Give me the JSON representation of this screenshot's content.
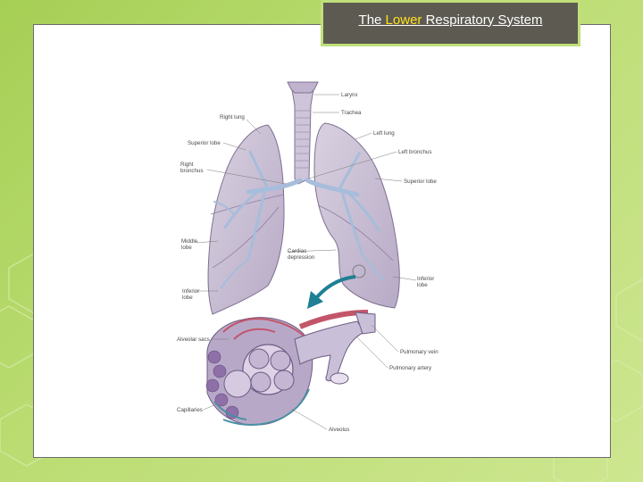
{
  "slide": {
    "title_prefix": "The ",
    "title_highlight": "Lower",
    "title_suffix": " Respiratory System"
  },
  "colors": {
    "background": "#b3d866",
    "title_box": "#5d5a52",
    "title_border": "#bfe07a",
    "title_highlight": "#ffe21a",
    "lung_fill": "#c9bfd3",
    "bronchi": "#9fb6d6",
    "arrow": "#1f7f93",
    "vessel_red": "#c3556b",
    "vessel_blue": "#4a8fa5"
  },
  "diagram": {
    "labels": {
      "larynx": "Larynx",
      "trachea": "Trachea",
      "right_lung": "Right lung",
      "left_lung": "Left lung",
      "superior_lobe_right": "Superior lobe",
      "left_bronchus": "Left bronchus",
      "right_bronchus_1": "Right",
      "right_bronchus_2": "bronchus",
      "superior_lobe_left": "Superior lobe",
      "middle_lobe_1": "Middle",
      "middle_lobe_2": "lobe",
      "cardiac_1": "Cardiac",
      "cardiac_2": "depression",
      "inferior_lobe_left_1": "Inferior",
      "inferior_lobe_left_2": "lobe",
      "inferior_lobe_right_1": "Inferior",
      "inferior_lobe_right_2": "lobe",
      "alveolar_sacs": "Alveolar sacs",
      "pulmonary_vein": "Pulmonary vein",
      "pulmonary_artery": "Pulmonary artery",
      "capillaries": "Capillaries",
      "alveolus": "Alveolus"
    }
  }
}
